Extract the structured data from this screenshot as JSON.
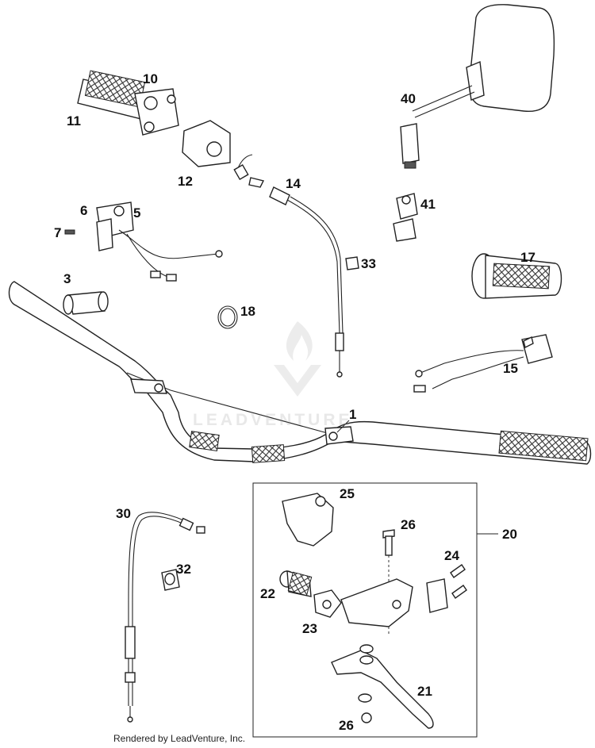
{
  "watermark": "LEADVENTURE",
  "footer": "Rendered by LeadVenture, Inc.",
  "callouts": [
    "1",
    "3",
    "5",
    "6",
    "7",
    "10",
    "11",
    "12",
    "14",
    "15",
    "17",
    "18",
    "20",
    "21",
    "22",
    "23",
    "24",
    "25",
    "26",
    "26",
    "30",
    "32",
    "33",
    "40",
    "41"
  ],
  "colors": {
    "line": "#222222",
    "background": "#ffffff"
  }
}
